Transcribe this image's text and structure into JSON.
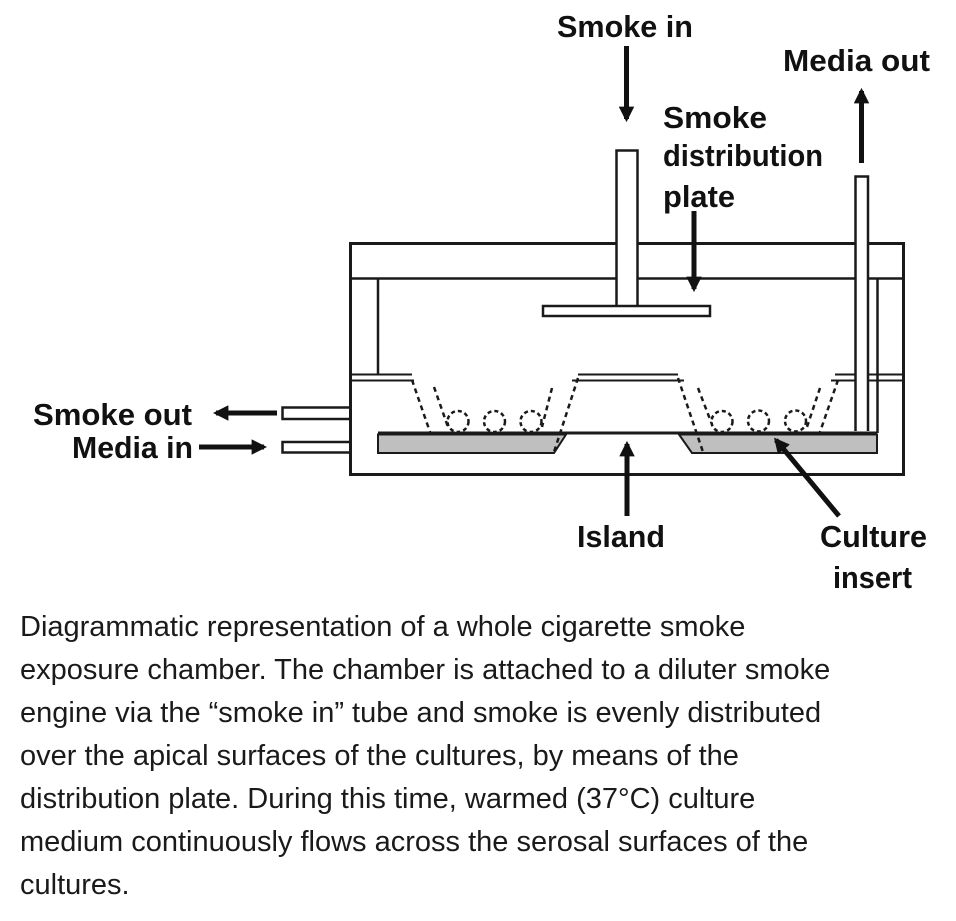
{
  "diagram": {
    "labels": {
      "smoke_in": "Smoke in",
      "media_out": "Media out",
      "distribution_plate_line1": "Smoke",
      "distribution_plate_line2": "distribution",
      "distribution_plate_line3": "plate",
      "smoke_out": "Smoke out",
      "media_in": "Media in",
      "island": "Island",
      "culture_insert_line1": "Culture",
      "culture_insert_line2": "insert"
    },
    "colors": {
      "line": "#1a1a1a",
      "media_fill": "#bfbfbf",
      "background": "#ffffff",
      "text": "#111111"
    }
  },
  "caption": {
    "lines": [
      "Diagrammatic representation of a whole cigarette smoke",
      "exposure chamber. The chamber is attached to a diluter smoke",
      "engine via the “smoke in” tube and smoke is evenly distributed",
      "over the apical surfaces of the cultures, by means of the",
      "distribution plate. During this time, warmed (37°C) culture",
      "medium continuously flows across the serosal surfaces of the",
      "cultures."
    ]
  }
}
